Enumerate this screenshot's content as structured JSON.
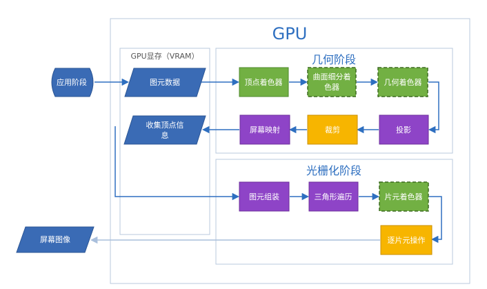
{
  "gpu": {
    "title": "GPU"
  },
  "vram": {
    "title": "GPU显存（VRAM）"
  },
  "geometry_stage": {
    "title": "几何阶段"
  },
  "raster_stage": {
    "title": "光栅化阶段"
  },
  "nodes": {
    "app_stage": "应用阶段",
    "primitive_data": "图元数据",
    "collect_vertex_line1": "收集顶点信",
    "collect_vertex_line2": "息",
    "screen_image": "屏幕图像",
    "vertex_shader": "顶点着色器",
    "tessellation_line1": "曲面细分着",
    "tessellation_line2": "色器",
    "geometry_shader": "几何着色器",
    "projection": "投影",
    "clipping": "裁剪",
    "screen_mapping": "屏幕映射",
    "primitive_assembly": "图元组装",
    "triangle_traversal": "三角形遍历",
    "fragment_shader": "片元着色器",
    "per_fragment_ops": "逐片元操作"
  },
  "colors": {
    "blue": "#3a6bb5",
    "green": "#72b043",
    "purple": "#8e44c7",
    "orange": "#f7b500",
    "outline": "#2e6fc0",
    "frame": "#b8c8dc"
  }
}
